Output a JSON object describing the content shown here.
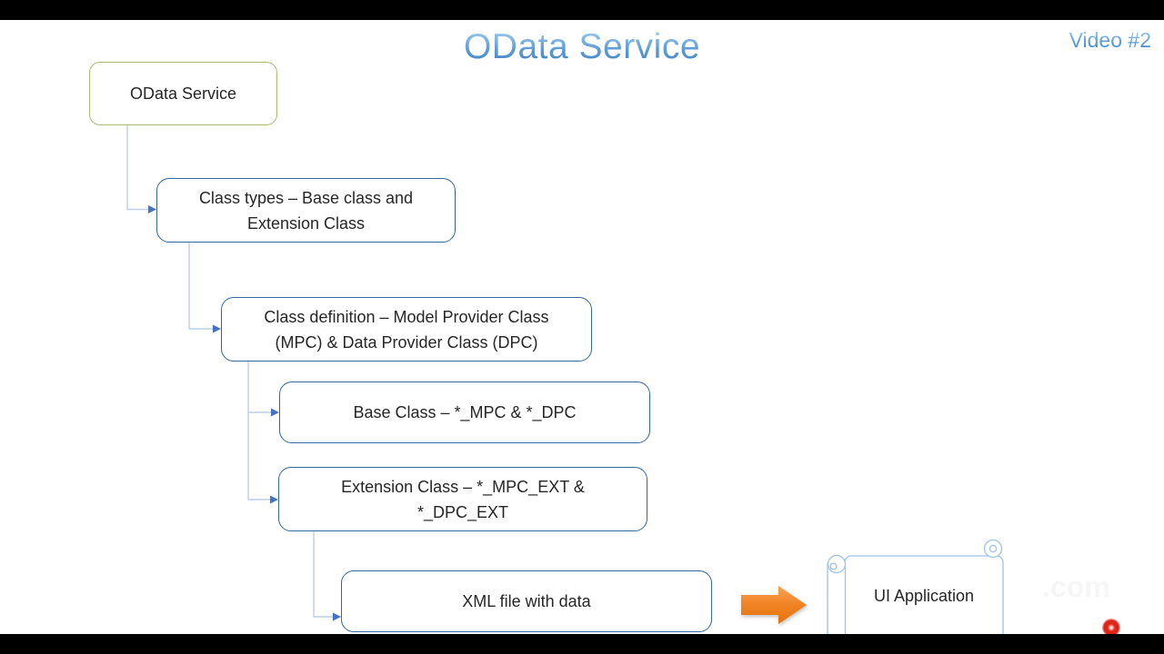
{
  "slide": {
    "title": "OData Service",
    "video_label": "Video #2"
  },
  "nodes": [
    {
      "id": "odata-service",
      "label": "OData Service",
      "lines": [
        "OData Service"
      ]
    },
    {
      "id": "class-types",
      "label": "Class types – Base class and Extension Class",
      "lines": [
        "Class types – Base class and",
        "Extension Class"
      ]
    },
    {
      "id": "class-definition",
      "label": "Class definition – Model Provider Class (MPC) & Data Provider Class (DPC)",
      "lines": [
        "Class definition – Model Provider Class",
        "(MPC) & Data Provider Class (DPC)"
      ]
    },
    {
      "id": "base-class",
      "label": "Base Class – *_MPC & *_DPC",
      "lines": [
        "Base Class – *_MPC & *_DPC"
      ]
    },
    {
      "id": "extension-class",
      "label": "Extension Class – *_MPC_EXT & *_DPC_EXT",
      "lines": [
        "Extension Class – *_MPC_EXT &",
        "*_DPC_EXT"
      ]
    },
    {
      "id": "xml-file",
      "label": "XML file with data",
      "lines": [
        "XML file with data"
      ]
    },
    {
      "id": "ui-application",
      "label": "UI Application",
      "lines": [
        "UI Application"
      ]
    }
  ],
  "watermark": {
    "text": ".com"
  },
  "icons": {
    "flow_arrow": "right-block-arrow",
    "ui_application_shape": "vertical-scroll",
    "record_dot": "recording-indicator"
  },
  "colors": {
    "title_gradient_top": "#a9d3f1",
    "title_gradient_bottom": "#3a7ec2",
    "node_border_blue": "#33669a",
    "node_border_green": "#a5bd6e",
    "connector_line": "#bccfe6",
    "connector_arrowhead": "#4472c4",
    "scroll_outline": "#9dc3e6",
    "flow_arrow_orange": "#ed7d31",
    "record_dot_red": "#d92318",
    "letterbox": "#000000"
  }
}
